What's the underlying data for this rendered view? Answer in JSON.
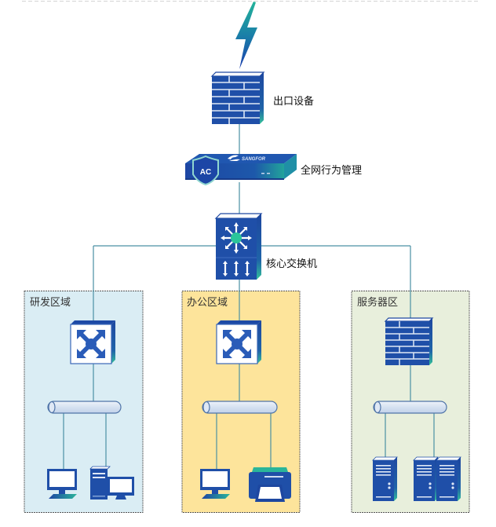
{
  "diagram": {
    "title_line": true,
    "nodes": {
      "internet": {
        "icon": "lightning-icon"
      },
      "exit_firewall": {
        "label": "出口设备",
        "icon": "firewall-icon"
      },
      "ac_device": {
        "label": "全网行为管理",
        "icon": "ac-appliance-icon",
        "badge": "AC",
        "brand": "SANGFOR"
      },
      "core_switch": {
        "label": "核心交换机",
        "icon": "core-switch-icon"
      }
    },
    "zones": [
      {
        "id": "rd",
        "label": "研发区域",
        "fill": "#daedf4",
        "devices": [
          "switch",
          "desktop-computer",
          "workstation-tower-monitor"
        ]
      },
      {
        "id": "office",
        "label": "办公区域",
        "fill": "#fde49b",
        "devices": [
          "switch",
          "desktop-computer",
          "printer"
        ]
      },
      {
        "id": "server",
        "label": "服务器区",
        "fill": "#e8efdc",
        "devices": [
          "firewall",
          "server",
          "server",
          "server"
        ]
      }
    ],
    "colors": {
      "line": "#4a90a4",
      "device_blue": "#1f4fa8",
      "device_dark": "#143c86",
      "accent_teal": "#2fb59a",
      "bus_fill": "#d6e3f2",
      "bus_stroke": "#4f74a8"
    }
  }
}
